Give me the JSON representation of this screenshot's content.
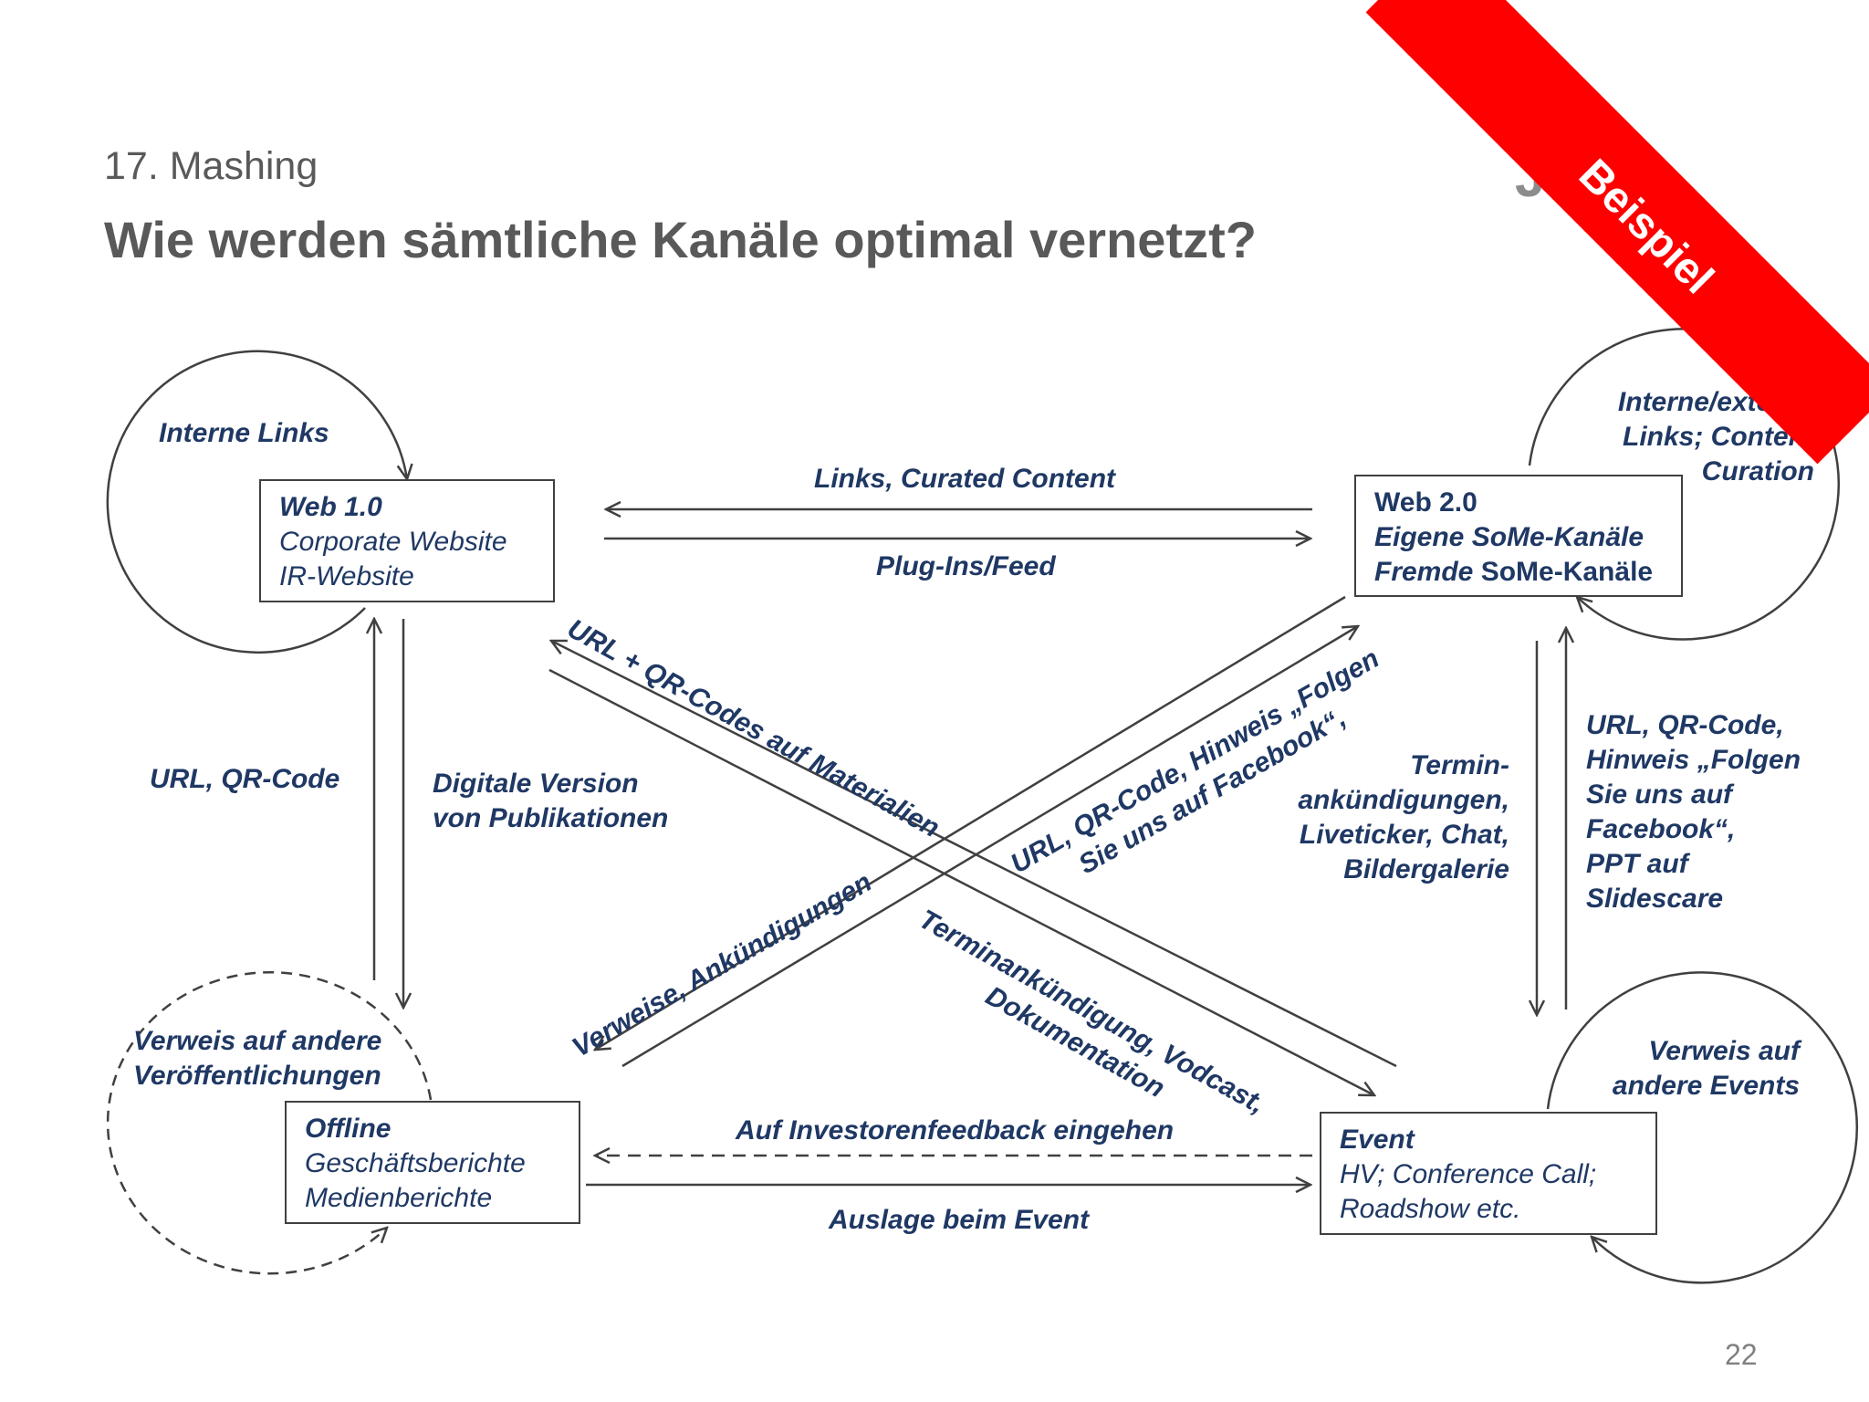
{
  "header": {
    "subtitle": "17. Mashing",
    "title": "Wie werden sämtliche Kanäle optimal vernetzt?"
  },
  "logo": {
    "text": "JP"
  },
  "banner": {
    "text": "Beispiel",
    "color": "#ff0000"
  },
  "nodes": {
    "web1": {
      "title": "Web 1.0",
      "line1": "Corporate Website",
      "line2": "IR-Website",
      "loop_label": "Interne Links"
    },
    "web2": {
      "title": "Web 2.0",
      "line1": "Eigene SoMe-Kanäle",
      "line2_italic": "Fremde",
      "line2_rest": " SoMe-Kanäle",
      "loop_label_1": "Interne/externe",
      "loop_label_2": "Links; Content",
      "loop_label_3": "Curation"
    },
    "offline": {
      "title": "Offline",
      "line1": "Geschäftsberichte",
      "line2": "Medienberichte",
      "loop_label_1": "Verweis auf andere",
      "loop_label_2": "Veröffentlichungen"
    },
    "event": {
      "title": "Event",
      "line1": "HV; Conference Call;",
      "line2": "Roadshow etc.",
      "loop_label_1": "Verweis auf",
      "loop_label_2": "andere Events"
    }
  },
  "edges": {
    "web2_to_web1": "Links, Curated  Content",
    "web1_to_web2": "Plug-Ins/Feed",
    "offline_to_web1": "URL, QR-Code",
    "web1_to_offline_1": "Digitale Version",
    "web1_to_offline_2": "von Publikationen",
    "web2_to_event_1": "Termin-",
    "web2_to_event_2": "ankündigungen,",
    "web2_to_event_3": "Liveticker, Chat,",
    "web2_to_event_4": "Bildergalerie",
    "event_to_web2_1": "URL, QR-Code,",
    "event_to_web2_2": "Hinweis „Folgen",
    "event_to_web2_3": "Sie uns auf",
    "event_to_web2_4": "Facebook“,",
    "event_to_web2_5": "PPT auf",
    "event_to_web2_6": "Slidescare",
    "event_to_offline": "Auf Investorenfeedback eingehen",
    "offline_to_event": "Auslage beim Event",
    "event_to_web1": "URL + QR-Codes auf Materialien",
    "web1_to_event_1": "Terminankündigung, Vodcast,",
    "web1_to_event_2": "Dokumentation",
    "web2_to_offline": "Verweise, Ankündigungen",
    "offline_to_web2_1": "URL, QR-Code, Hinweis „Folgen",
    "offline_to_web2_2": "Sie uns auf Facebook“,"
  },
  "page_number": "22",
  "colors": {
    "label_text": "#1f3864",
    "heading_text": "#595959",
    "line": "#404040"
  }
}
